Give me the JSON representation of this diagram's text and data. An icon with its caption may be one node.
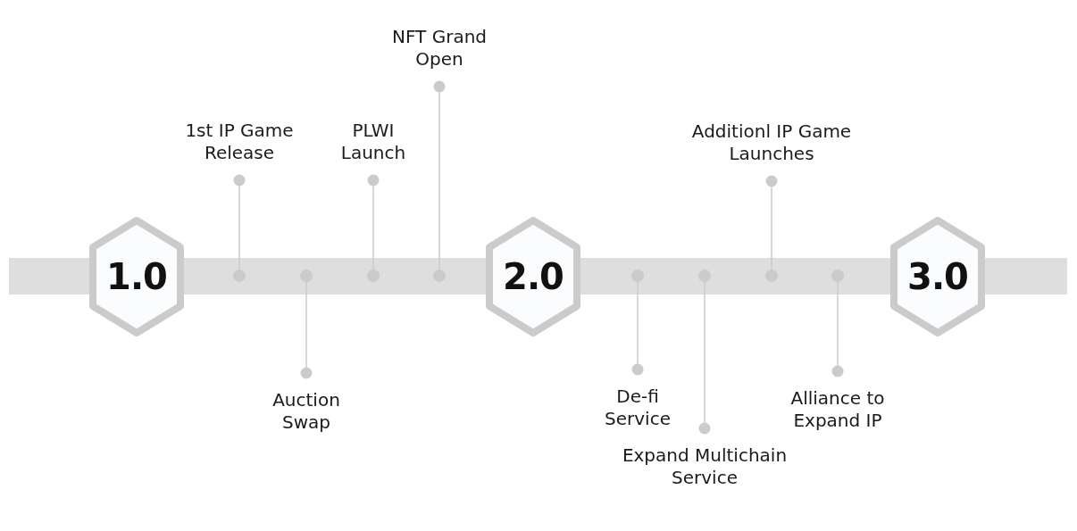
{
  "diagram": {
    "nodes": [
      {
        "text": [
          "1.0"
        ]
      },
      {
        "text": [
          "1st IP Game Release"
        ]
      },
      {
        "text": [],
        "shape": "circle"
      },
      {
        "text": [
          "Auction Swap"
        ]
      },
      {
        "text": [],
        "shape": "circle"
      },
      {
        "text": [
          "PLWI Launch"
        ]
      },
      {
        "text": [],
        "shape": "circle"
      },
      {
        "text": [
          "NFT Grand Open"
        ]
      },
      {
        "text": [],
        "shape": "circle"
      },
      {
        "text": [
          "2.0"
        ]
      },
      {
        "text": [
          "De-fi Service"
        ]
      },
      {
        "text": [],
        "shape": "circle"
      },
      {
        "text": [
          "Expand Multichain Service"
        ]
      },
      {
        "text": [],
        "shape": "circle"
      },
      {
        "text": [
          "Additionl IP Game Launches"
        ]
      },
      {
        "text": [],
        "shape": "circle"
      },
      {
        "text": [
          "Alliance to Expand IP"
        ]
      },
      {
        "text": [],
        "shape": "circle"
      },
      {
        "text": [
          "3.0"
        ]
      }
    ],
    "edges": [
      {
        "from": 1,
        "to": 2,
        "arrow": "other"
      },
      {
        "from": 3,
        "to": 4,
        "arrow": "other"
      },
      {
        "from": 5,
        "to": 6,
        "arrow": "other"
      },
      {
        "from": 7,
        "to": 8,
        "arrow": "other"
      },
      {
        "from": 10,
        "to": 11,
        "arrow": "other"
      },
      {
        "from": 12,
        "to": 13,
        "arrow": "other"
      },
      {
        "from": 14,
        "to": 15,
        "arrow": "other"
      },
      {
        "from": 16,
        "to": 17,
        "arrow": "other"
      }
    ]
  }
}
